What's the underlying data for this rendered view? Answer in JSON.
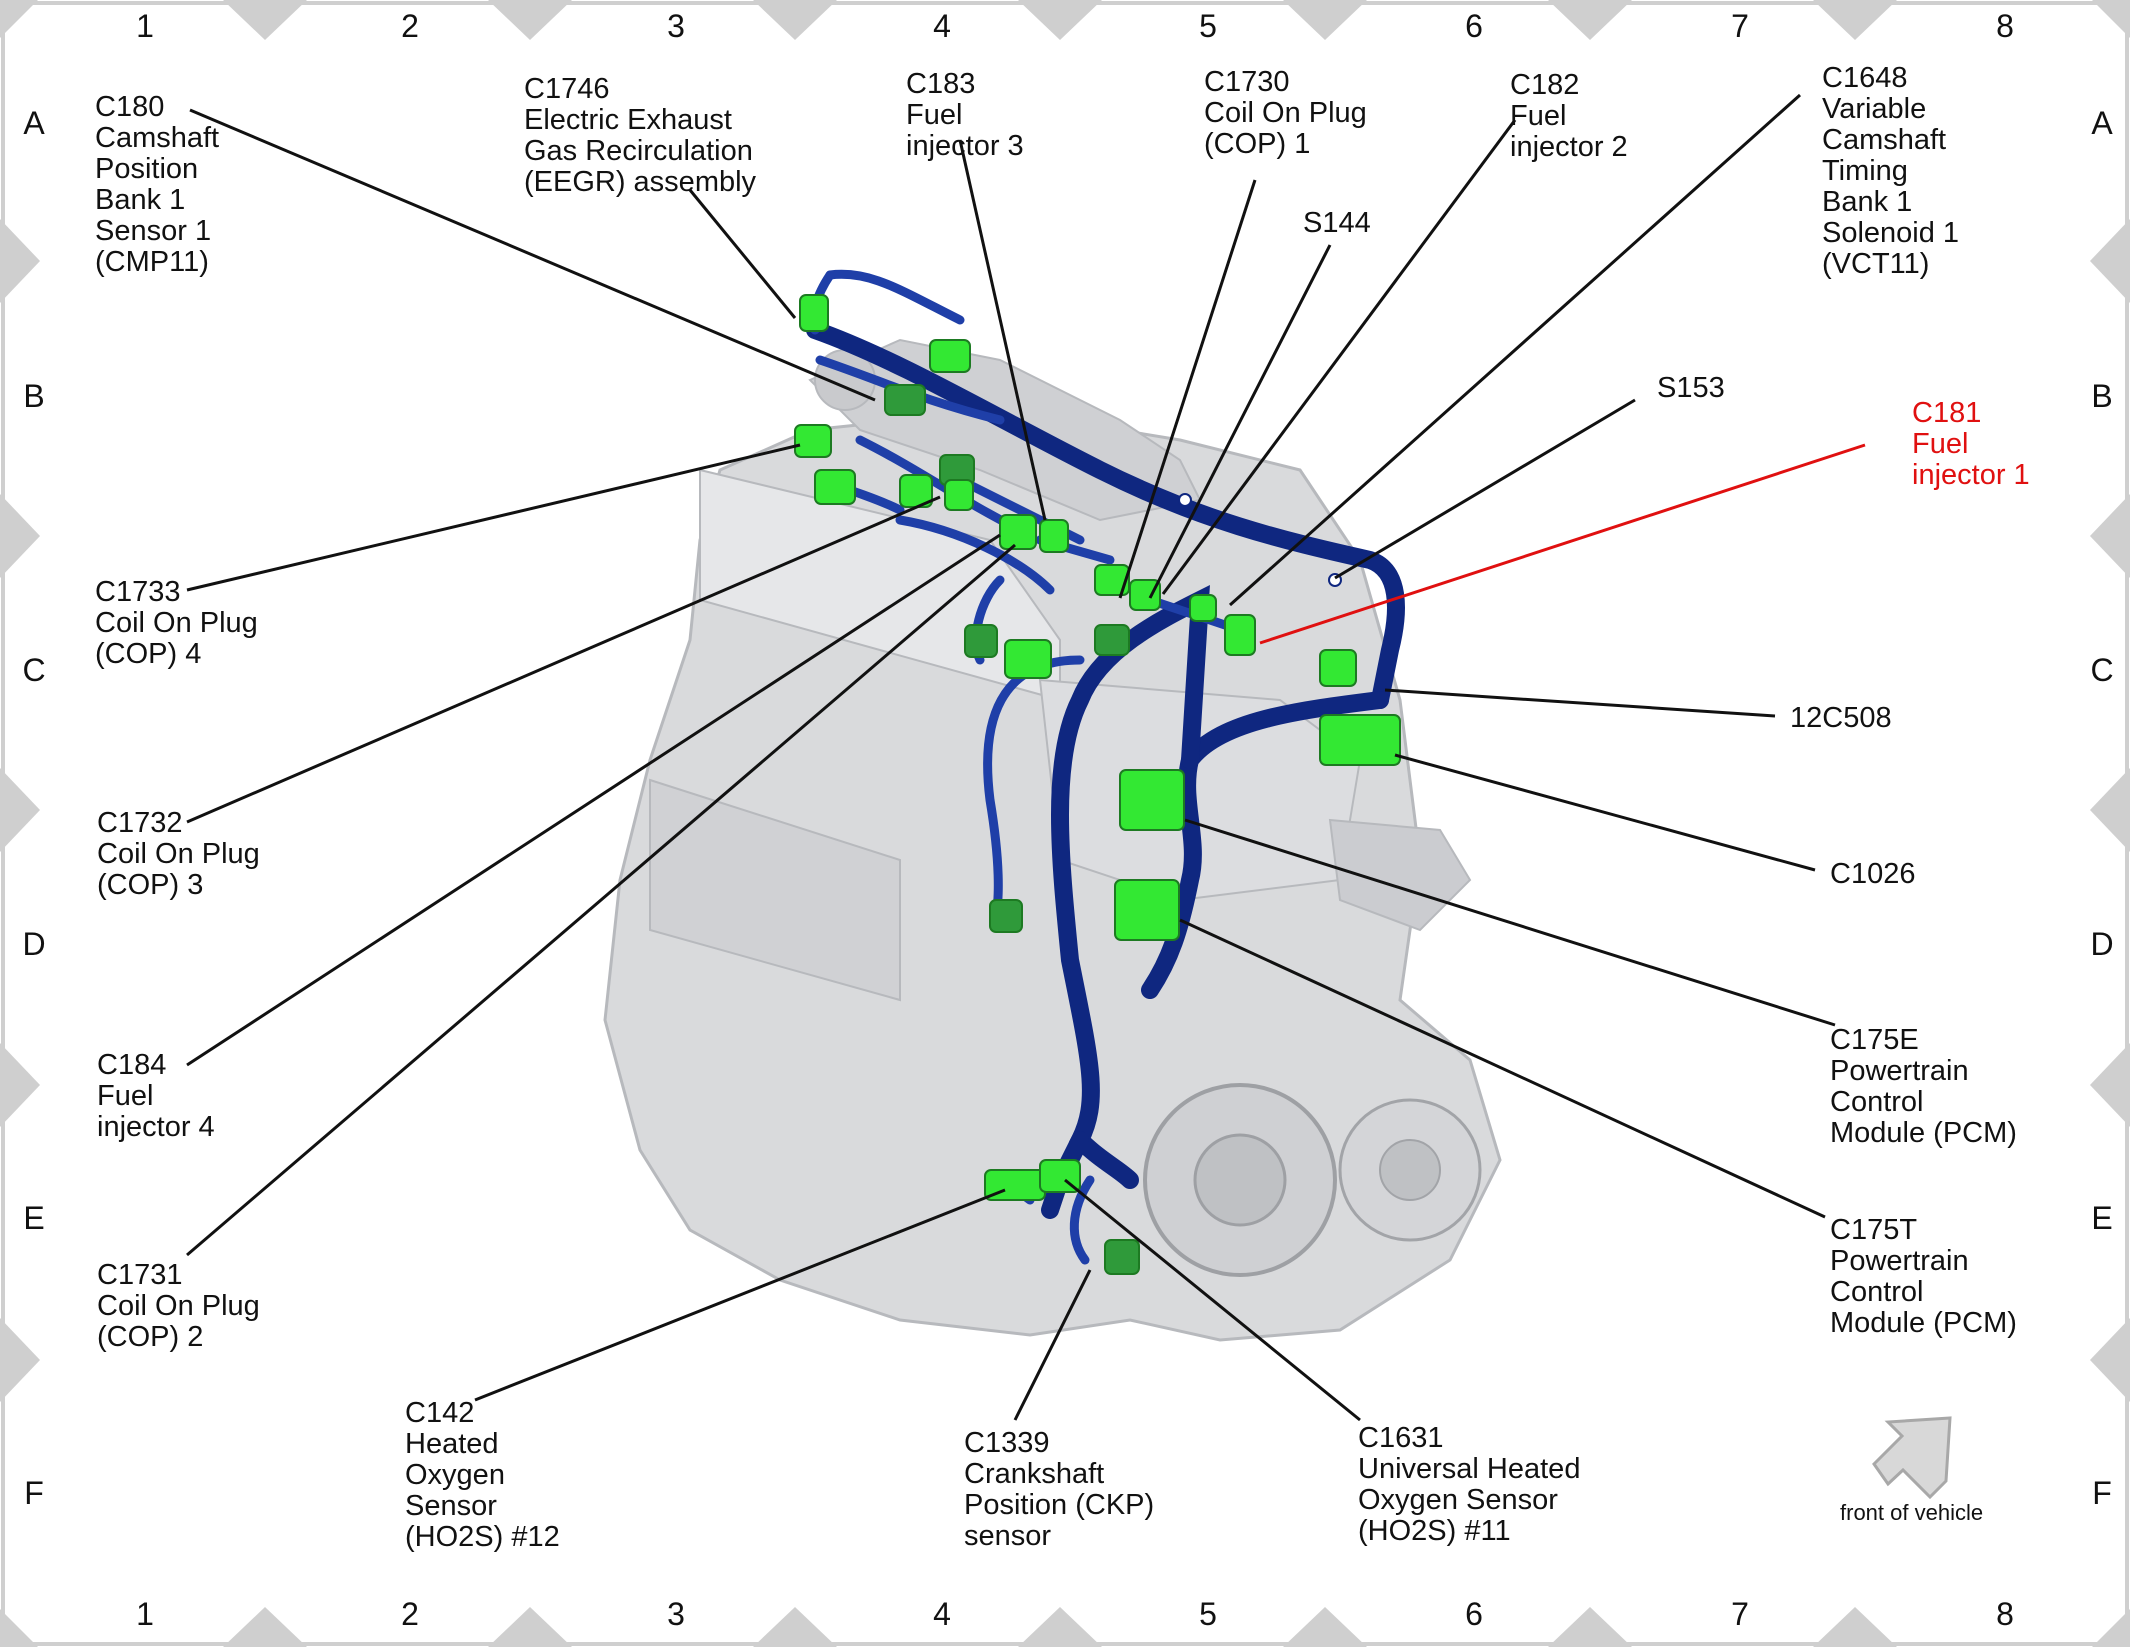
{
  "grid": {
    "columns": [
      "1",
      "2",
      "3",
      "4",
      "5",
      "6",
      "7",
      "8"
    ],
    "rows": [
      "A",
      "B",
      "C",
      "D",
      "E",
      "F"
    ]
  },
  "colors": {
    "frame": "#cfcfcf",
    "harness": "#1f3fa8",
    "harness_dark": "#0f2780",
    "connector": "#33e833",
    "connector_dark": "#2f9a3a",
    "engine": "#d9dadc",
    "engine_shadow": "#b7b9bd",
    "leader": "#111111",
    "highlight": "#e01010"
  },
  "callouts": [
    {
      "id": "c180",
      "lines": [
        "C180",
        "Camshaft",
        "Position",
        "Bank 1",
        "Sensor 1",
        "(CMP11)"
      ]
    },
    {
      "id": "c1746",
      "lines": [
        "C1746",
        "Electric Exhaust",
        "Gas Recirculation",
        "(EEGR) assembly"
      ]
    },
    {
      "id": "c183",
      "lines": [
        "C183",
        "Fuel",
        "injector 3"
      ]
    },
    {
      "id": "c1730",
      "lines": [
        "C1730",
        "Coil On Plug",
        "(COP) 1"
      ]
    },
    {
      "id": "c182",
      "lines": [
        "C182",
        "Fuel",
        "injector 2"
      ]
    },
    {
      "id": "c1648",
      "lines": [
        "C1648",
        "Variable",
        "Camshaft",
        "Timing",
        "Bank 1",
        "Solenoid 1",
        "(VCT11)"
      ]
    },
    {
      "id": "s144",
      "lines": [
        "S144"
      ]
    },
    {
      "id": "s153",
      "lines": [
        "S153"
      ]
    },
    {
      "id": "c181",
      "lines": [
        "C181",
        "Fuel",
        "injector 1"
      ],
      "highlight": true
    },
    {
      "id": "c1733",
      "lines": [
        "C1733",
        "Coil On Plug",
        "(COP) 4"
      ]
    },
    {
      "id": "c12c508",
      "lines": [
        "12C508"
      ]
    },
    {
      "id": "c1732",
      "lines": [
        "C1732",
        "Coil On Plug",
        "(COP) 3"
      ]
    },
    {
      "id": "c1026",
      "lines": [
        "C1026"
      ]
    },
    {
      "id": "c184",
      "lines": [
        "C184",
        "Fuel",
        "injector 4"
      ]
    },
    {
      "id": "c175e",
      "lines": [
        "C175E",
        "Powertrain",
        "Control",
        "Module (PCM)"
      ]
    },
    {
      "id": "c1731",
      "lines": [
        "C1731",
        "Coil On Plug",
        "(COP) 2"
      ]
    },
    {
      "id": "c175t",
      "lines": [
        "C175T",
        "Powertrain",
        "Control",
        "Module (PCM)"
      ]
    },
    {
      "id": "c142",
      "lines": [
        "C142",
        "Heated",
        "Oxygen",
        "Sensor",
        "(HO2S) #12"
      ]
    },
    {
      "id": "c1339",
      "lines": [
        "C1339",
        "Crankshaft",
        "Position (CKP)",
        "sensor"
      ]
    },
    {
      "id": "c1631",
      "lines": [
        "C1631",
        "Universal Heated",
        "Oxygen Sensor",
        "(HO2S) #11"
      ]
    }
  ],
  "orientation": {
    "label": "front of vehicle",
    "icon": "arrow-up-right-icon"
  }
}
